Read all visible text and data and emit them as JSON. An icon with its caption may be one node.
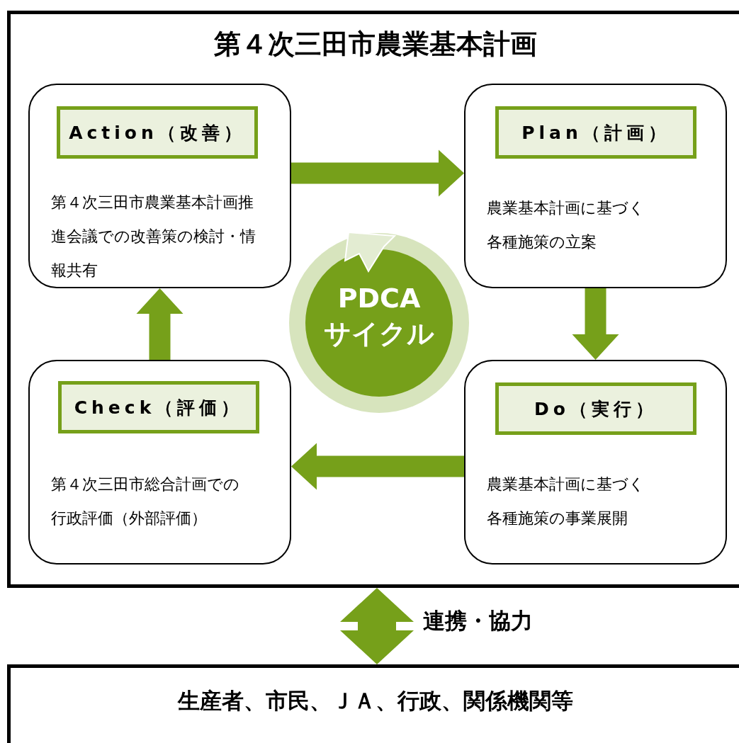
{
  "diagram": {
    "nodes": [
      {
        "text": [
          "第４次三田市農業基本計画"
        ]
      },
      {
        "text": [
          "第４次三田市農業基本計画推進会議での改善策の検討・情報共有"
        ],
        "in": 0
      },
      {
        "text": [
          "Action（改善）"
        ],
        "in": 1
      },
      {
        "text": [
          "農業基本計画に基づく各種施策の立案"
        ],
        "in": 0
      },
      {
        "text": [
          "Plan（計画）"
        ],
        "in": 3
      },
      {
        "text": [
          "PDCA サイクル"
        ],
        "in": 0
      },
      {
        "text": [
          "第４次三田市総合計画での行政評価（外部評価）"
        ],
        "in": 0
      },
      {
        "text": [
          "Check（評価）"
        ],
        "in": 6
      },
      {
        "text": [
          "農業基本計画に基づく各種施策の事業展開"
        ],
        "in": 0
      },
      {
        "text": [
          "Do（実行）"
        ],
        "in": 8
      },
      {
        "text": [
          "生産者、市民、ＪＡ、行政、関係機関等"
        ]
      }
    ],
    "edges": [
      {
        "from": 1,
        "to": 3,
        "arrow": "to"
      },
      {
        "from": 3,
        "to": 8,
        "arrow": "to"
      },
      {
        "from": 8,
        "to": 6,
        "arrow": "to"
      },
      {
        "from": 6,
        "to": 1,
        "arrow": "to"
      },
      {
        "from": 0,
        "to": 10,
        "arrow": "both",
        "label": "連携・協力"
      }
    ]
  }
}
